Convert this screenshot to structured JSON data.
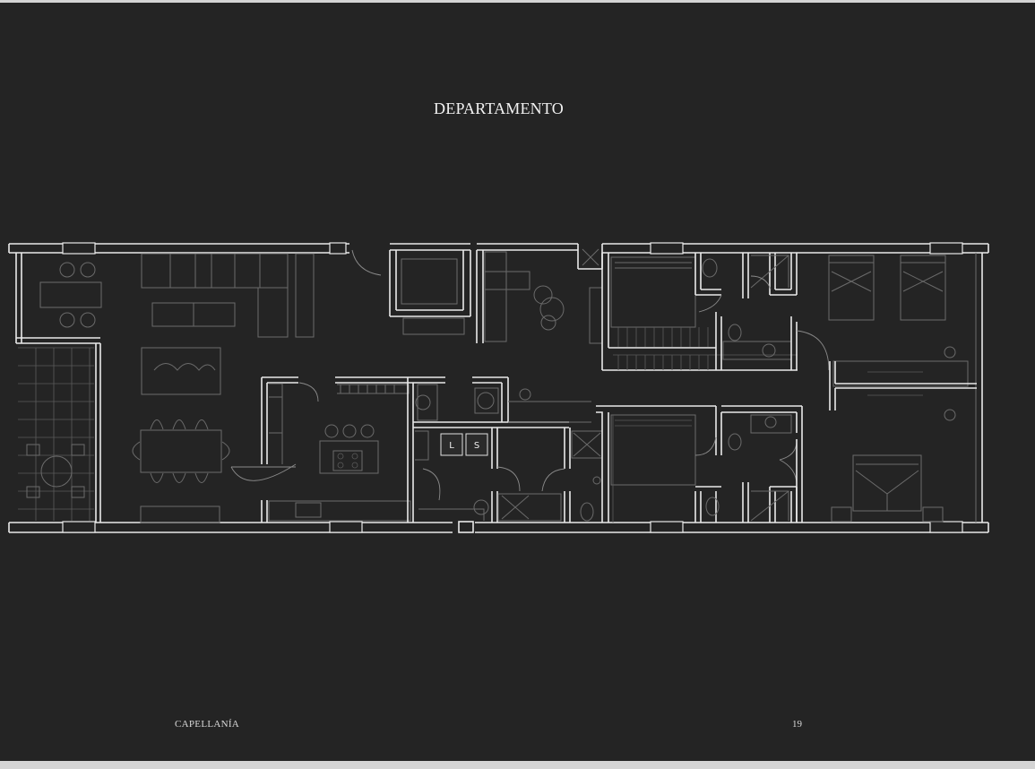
{
  "page": {
    "title": "DEPARTAMENTO",
    "footer_brand": "CAPELLANÍA",
    "page_number": "19"
  },
  "plan": {
    "appliance_labels": [
      "L",
      "S"
    ]
  },
  "colors": {
    "background": "#242424",
    "walls": "#e9e9e9",
    "furniture": "#6b6b6b",
    "text": "#f2f2f2"
  }
}
